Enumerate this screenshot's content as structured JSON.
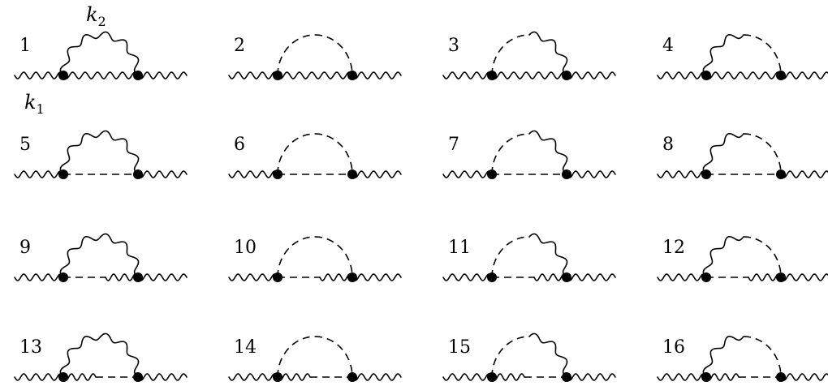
{
  "figure": {
    "momentum_labels": {
      "k2": {
        "symbol": "k",
        "subscript": "2"
      },
      "k1": {
        "symbol": "k",
        "subscript": "1"
      }
    },
    "diagrams": [
      {
        "number": "1",
        "loop": [
          "wavy",
          "wavy"
        ],
        "bottom_middle": "wavy"
      },
      {
        "number": "2",
        "loop": [
          "dashed",
          "dashed"
        ],
        "bottom_middle": "wavy"
      },
      {
        "number": "3",
        "loop": [
          "dashed",
          "wavy"
        ],
        "bottom_middle": "wavy"
      },
      {
        "number": "4",
        "loop": [
          "wavy",
          "dashed"
        ],
        "bottom_middle": "wavy"
      },
      {
        "number": "5",
        "loop": [
          "wavy",
          "wavy"
        ],
        "bottom_middle": "dashed"
      },
      {
        "number": "6",
        "loop": [
          "dashed",
          "dashed"
        ],
        "bottom_middle": "dashed"
      },
      {
        "number": "7",
        "loop": [
          "dashed",
          "wavy"
        ],
        "bottom_middle": "dashed"
      },
      {
        "number": "8",
        "loop": [
          "wavy",
          "dashed"
        ],
        "bottom_middle": "dashed"
      },
      {
        "number": "9",
        "loop": [
          "wavy",
          "wavy"
        ],
        "bottom_middle": "dashed-wavy"
      },
      {
        "number": "10",
        "loop": [
          "dashed",
          "dashed"
        ],
        "bottom_middle": "dashed-wavy"
      },
      {
        "number": "11",
        "loop": [
          "dashed",
          "wavy"
        ],
        "bottom_middle": "dashed-wavy"
      },
      {
        "number": "12",
        "loop": [
          "wavy",
          "dashed"
        ],
        "bottom_middle": "dashed-wavy"
      },
      {
        "number": "13",
        "loop": [
          "wavy",
          "wavy"
        ],
        "bottom_middle": "wavy-dashed"
      },
      {
        "number": "14",
        "loop": [
          "dashed",
          "dashed"
        ],
        "bottom_middle": "wavy-dashed"
      },
      {
        "number": "15",
        "loop": [
          "dashed",
          "wavy"
        ],
        "bottom_middle": "wavy-dashed"
      },
      {
        "number": "16",
        "loop": [
          "wavy",
          "dashed"
        ],
        "bottom_middle": "wavy-dashed"
      }
    ]
  }
}
